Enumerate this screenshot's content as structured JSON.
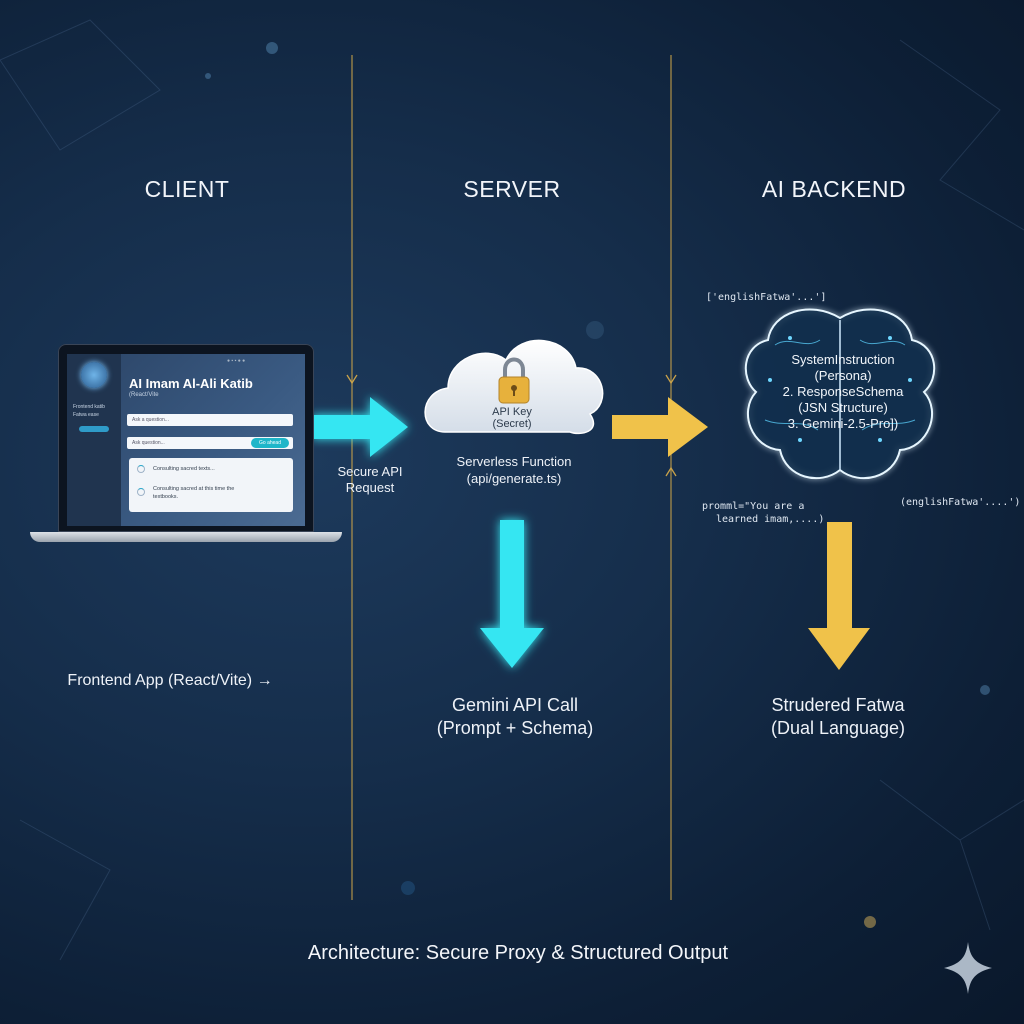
{
  "columns": {
    "client": "CLIENT",
    "server": "SERVER",
    "ai_backend": "AI BACKEND"
  },
  "client": {
    "app": {
      "title": "AI Imam Al-Ali Katib",
      "subtitle": "(React/Vite",
      "sidebar_text_1": "Frontend katib",
      "sidebar_text_2": "Fatwa ease",
      "input_placeholder": "Ask a question...",
      "input2_placeholder": "Ask question...",
      "button_label": "Go ahead",
      "result_line_1": "Consulting sacred texts...",
      "result_line_2": "Consulting sacred at this time the",
      "result_line_3": "textbooks."
    },
    "label": "Frontend App (React/Vite) →"
  },
  "arrows": {
    "secure_request_line1": "Secure API",
    "secure_request_line2": "Request"
  },
  "server": {
    "cloud_line1": "API Key",
    "cloud_line2": "(Secret)",
    "function_line1": "Serverless Function",
    "function_line2": "(api/generate.ts)",
    "call_line1": "Gemini API Call",
    "call_line2": "(Prompt + Schema)"
  },
  "ai_backend": {
    "brain_line1": "SystemInstruction",
    "brain_line2": "(Persona)",
    "brain_line3": "2. ResponseSchema",
    "brain_line4": "(JSN Structure)",
    "brain_line5": "3. Gemini-2.5-Pro])",
    "note_top": "['englishFatwa'...']",
    "note_right_bottom": "(englishFatwa'....')",
    "note_prompt_line1": "promml=\"You are a",
    "note_prompt_line2": "learned imam,....)",
    "output_line1": "Strudered Fatwa",
    "output_line2": "(Dual Language)"
  },
  "footer": "Architecture: Secure Proxy & Structured Output",
  "colors": {
    "cyan_arrow": "#36e6f2",
    "gold_arrow": "#f0c24a",
    "divider": "#c9a24a",
    "background": "#152d4a"
  }
}
